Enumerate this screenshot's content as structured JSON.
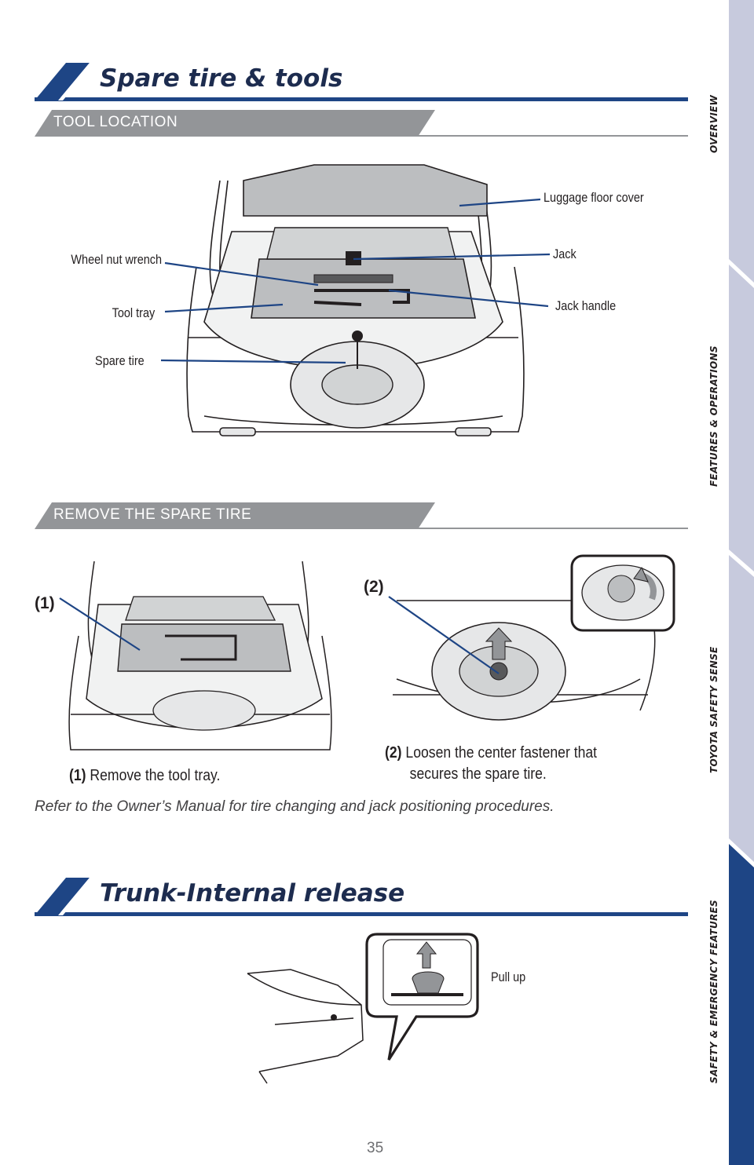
{
  "sections": {
    "spare": {
      "title": "Spare tire & tools",
      "tool_location": {
        "subheading": "TOOL LOCATION",
        "callouts": {
          "luggage_floor_cover": "Luggage floor cover",
          "jack": "Jack",
          "jack_handle": "Jack handle",
          "wheel_nut_wrench": "Wheel nut wrench",
          "tool_tray": "Tool tray",
          "spare_tire": "Spare tire"
        }
      },
      "remove": {
        "subheading": "REMOVE THE SPARE TIRE",
        "step1": {
          "label": "(1)",
          "text": "Remove the tool tray."
        },
        "step2": {
          "label": "(2)",
          "text_line1": "Loosen the center fastener that",
          "text_line2": "secures the spare tire."
        }
      },
      "note": "Refer to the Owner’s Manual for tire changing and jack positioning procedures."
    },
    "trunk": {
      "title": "Trunk-Internal release",
      "callout": "Pull up"
    }
  },
  "side_tabs": [
    {
      "label": "OVERVIEW",
      "active": false
    },
    {
      "label": "FEATURES & OPERATIONS",
      "active": false
    },
    {
      "label": "TOYOTA SAFETY SENSE",
      "active": false
    },
    {
      "label": "SAFETY & EMERGENCY FEATURES",
      "active": true
    }
  ],
  "page_number": "35",
  "colors": {
    "brand_blue": "#1e4585",
    "tab_inactive": "#c7cadd",
    "tab_active": "#1e4585",
    "subheading_gray": "#939598",
    "callout_line": "#1e4585"
  }
}
